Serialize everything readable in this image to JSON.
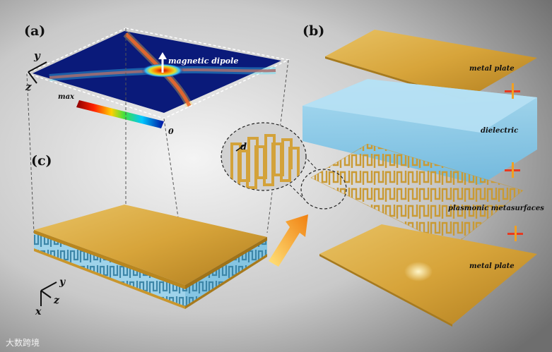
{
  "panels": {
    "a": "(a)",
    "b": "(b)",
    "c": "(c)"
  },
  "field_map": {
    "annotation": "magnetic dipole",
    "colorbar_max": "max",
    "colorbar_min": "0"
  },
  "axes_a": {
    "y": "y",
    "z": "z"
  },
  "axes_c": {
    "y": "y",
    "z": "z",
    "x": "x"
  },
  "layers": {
    "top_plate": "metal plate",
    "dielectric": "dielectric",
    "metasurface": "plasmonic metasurfaces",
    "bottom_plate": "metal plate"
  },
  "inset_label": "d",
  "operator_symbol": "+",
  "watermark": "大数跨境",
  "colors": {
    "gold": "#d9a93a",
    "dielectric": "#8fcde9",
    "field_bg": "#0a1a7a",
    "arrow": "#f2a020"
  }
}
